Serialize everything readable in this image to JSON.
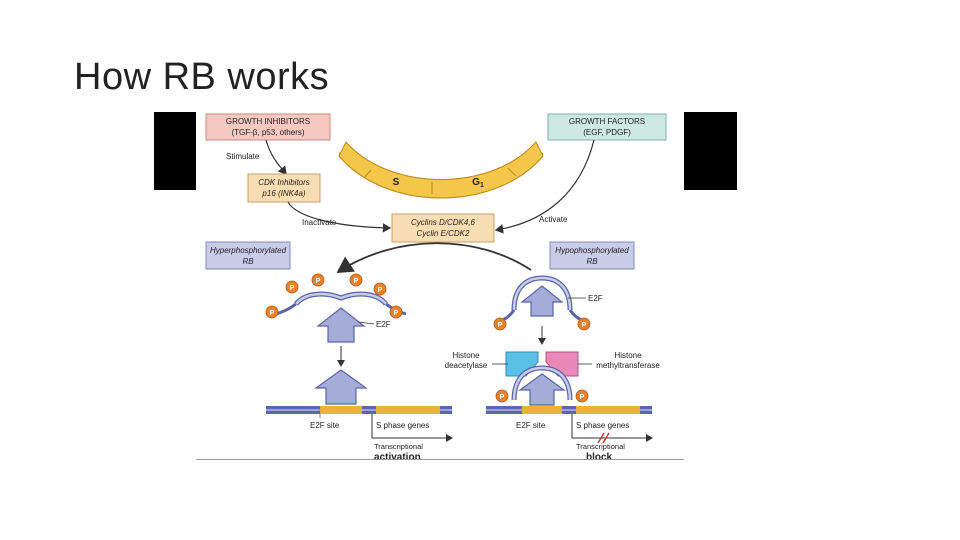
{
  "slide": {
    "title": "How RB works"
  },
  "diagram": {
    "growth_inhibitors": {
      "line1": "GROWTH INHIBITORS",
      "line2": "(TGF-β, p53, others)"
    },
    "growth_factors": {
      "line1": "GROWTH FACTORS",
      "line2": "(EGF, PDGF)"
    },
    "cell_cycle": {
      "s": "S",
      "g1": "G",
      "g1_sub": "1"
    },
    "stimulate": "Stimulate",
    "cdk_inhibitors": {
      "line1": "CDK Inhibitors",
      "line2": "p16 (INK4a)"
    },
    "inactivate": "Inactivate",
    "activate": "Activate",
    "cyclins": {
      "line1": "Cyclins D/CDK4,6",
      "line2": "Cyclin E/CDK2"
    },
    "hyper_rb": {
      "line1": "Hyperphosphorylated",
      "line2": "RB"
    },
    "hypo_rb": {
      "line1": "Hypophosphorylated",
      "line2": "RB"
    },
    "phosphate": "P",
    "e2f": "E2F",
    "histone_deacetylase": {
      "line1": "Histone",
      "line2": "deacetylase"
    },
    "histone_methyltransferase": {
      "line1": "Histone",
      "line2": "methyltransferase"
    },
    "e2f_site": "E2F site",
    "s_phase_genes": "S phase genes",
    "transcriptional": "Transcriptional",
    "activation": "activation",
    "block": "block"
  }
}
